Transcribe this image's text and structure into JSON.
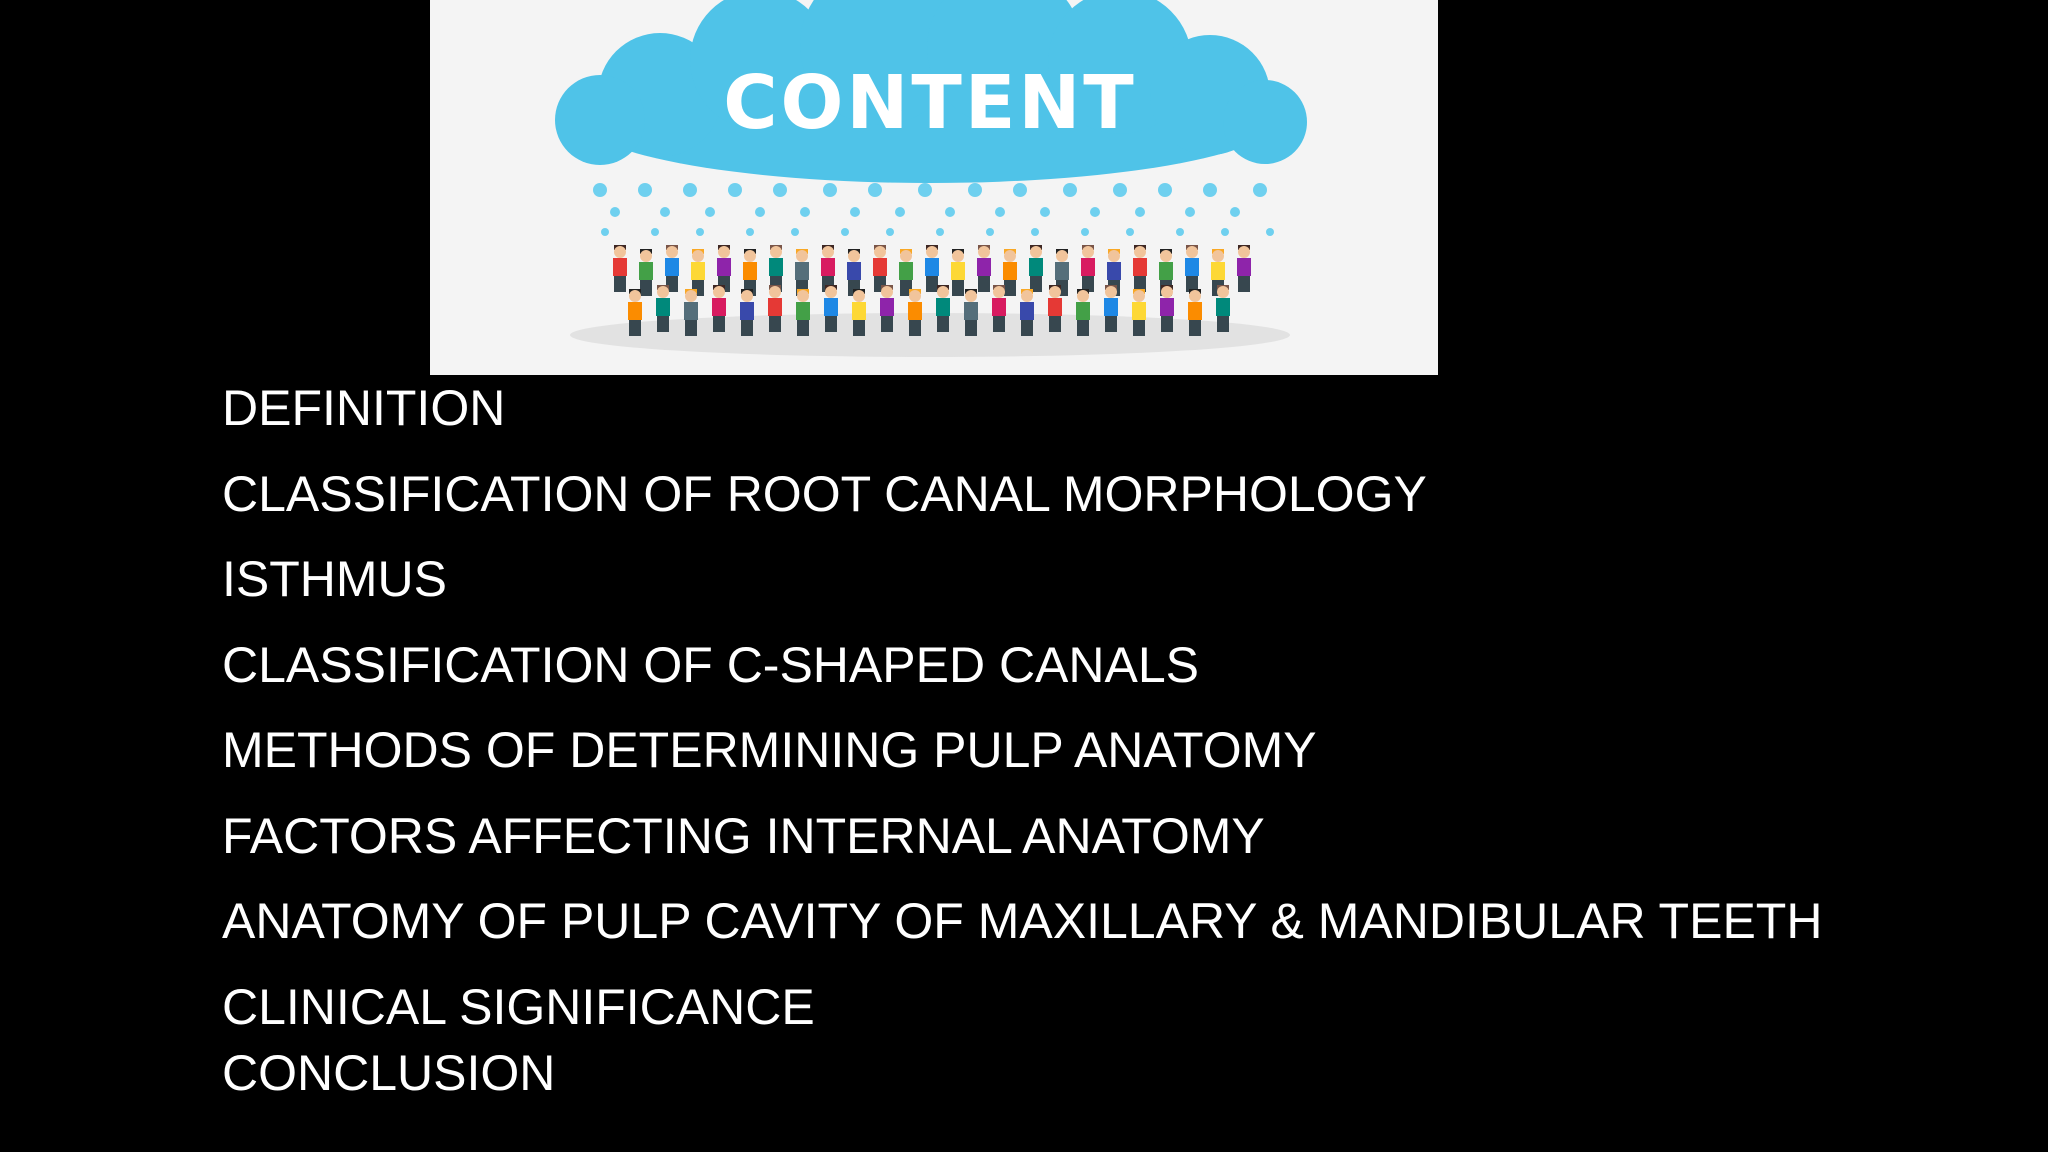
{
  "banner": {
    "title": "CONTENT",
    "cloud_color": "#4fc3e8",
    "drop_color": "#6fd0ef",
    "background": "#f4f4f4"
  },
  "items": [
    "DEFINITION",
    "CLASSIFICATION OF ROOT CANAL MORPHOLOGY",
    "ISTHMUS",
    "CLASSIFICATION OF C-SHAPED CANALS",
    "METHODS OF DETERMINING PULP ANATOMY",
    "FACTORS AFFECTING INTERNAL ANATOMY",
    "ANATOMY OF PULP CAVITY OF MAXILLARY & MANDIBULAR TEETH",
    "CLINICAL SIGNIFICANCE",
    "CONCLUSION"
  ],
  "colors": {
    "background": "#000000",
    "text": "#ffffff"
  }
}
